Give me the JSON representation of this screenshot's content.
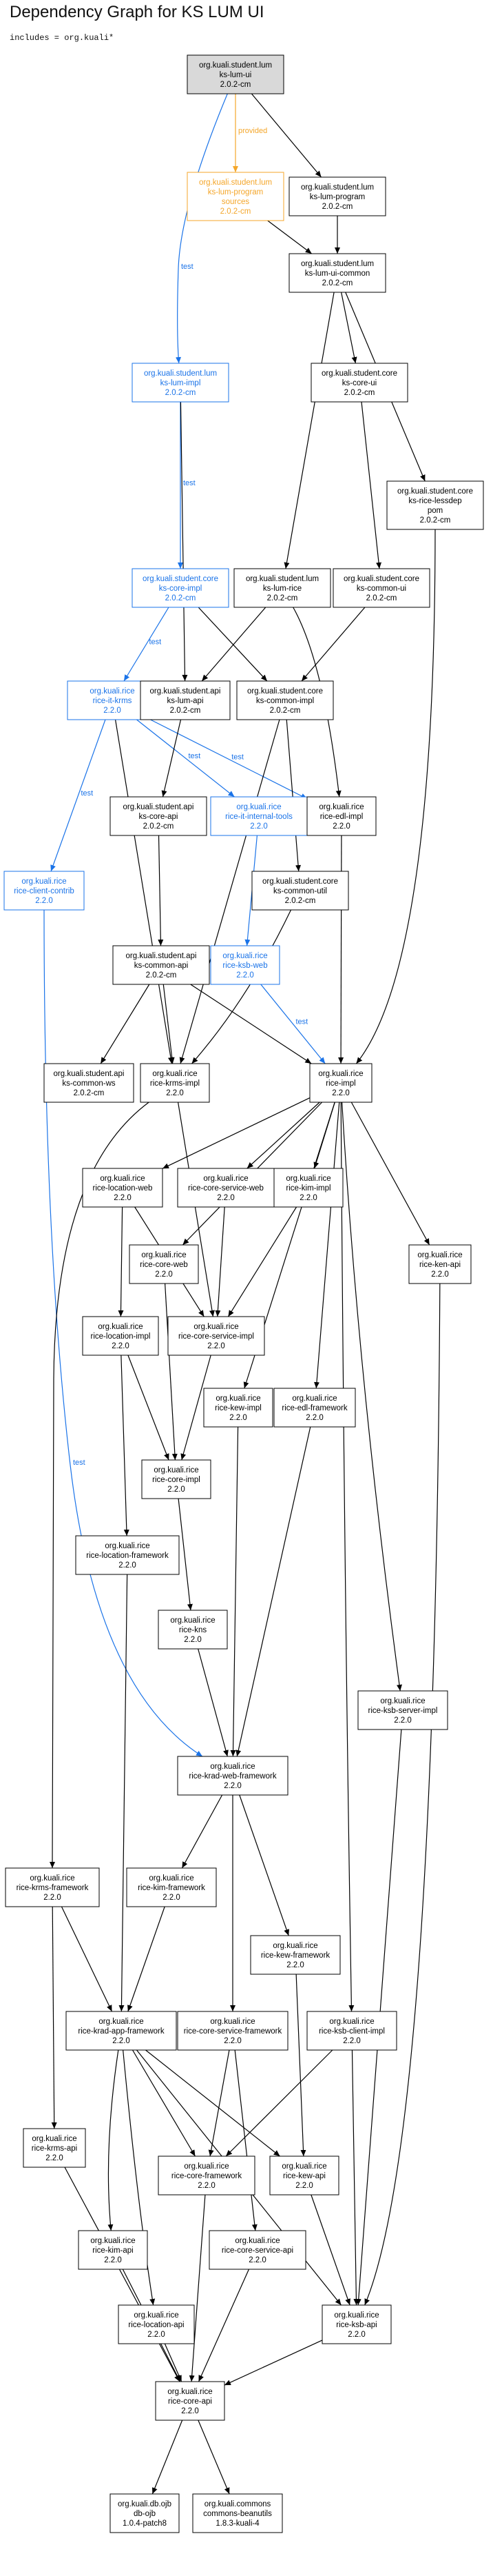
{
  "title": "Dependency Graph for KS LUM UI",
  "includes": "includes = org.kuali*",
  "colors": {
    "compile": "#000000",
    "test": "#1a73e8",
    "provided": "#f4a62a",
    "root_fill": "#d9d9d9"
  },
  "nodes": [
    {
      "id": "lum-ui",
      "lines": [
        "org.kuali.student.lum",
        "ks-lum-ui",
        "2.0.2-cm"
      ],
      "kind": "root"
    },
    {
      "id": "lum-program-sources",
      "lines": [
        "org.kuali.student.lum",
        "ks-lum-program",
        "sources",
        "2.0.2-cm"
      ],
      "kind": "provided"
    },
    {
      "id": "lum-program",
      "lines": [
        "org.kuali.student.lum",
        "ks-lum-program",
        "2.0.2-cm"
      ],
      "kind": "compile"
    },
    {
      "id": "lum-ui-common",
      "lines": [
        "org.kuali.student.lum",
        "ks-lum-ui-common",
        "2.0.2-cm"
      ],
      "kind": "compile"
    },
    {
      "id": "lum-impl",
      "lines": [
        "org.kuali.student.lum",
        "ks-lum-impl",
        "2.0.2-cm"
      ],
      "kind": "test"
    },
    {
      "id": "core-ui",
      "lines": [
        "org.kuali.student.core",
        "ks-core-ui",
        "2.0.2-cm"
      ],
      "kind": "compile"
    },
    {
      "id": "lessdep",
      "lines": [
        "org.kuali.student.core",
        "ks-rice-lessdep",
        "pom",
        "2.0.2-cm"
      ],
      "kind": "compile"
    },
    {
      "id": "core-impl",
      "lines": [
        "org.kuali.student.core",
        "ks-core-impl",
        "2.0.2-cm"
      ],
      "kind": "test"
    },
    {
      "id": "lum-rice",
      "lines": [
        "org.kuali.student.lum",
        "ks-lum-rice",
        "2.0.2-cm"
      ],
      "kind": "compile"
    },
    {
      "id": "common-ui",
      "lines": [
        "org.kuali.student.core",
        "ks-common-ui",
        "2.0.2-cm"
      ],
      "kind": "compile"
    },
    {
      "id": "it-krms",
      "lines": [
        "org.kuali.rice",
        "rice-it-krms",
        "2.2.0"
      ],
      "kind": "test"
    },
    {
      "id": "lum-api",
      "lines": [
        "org.kuali.student.api",
        "ks-lum-api",
        "2.0.2-cm"
      ],
      "kind": "compile"
    },
    {
      "id": "common-impl",
      "lines": [
        "org.kuali.student.core",
        "ks-common-impl",
        "2.0.2-cm"
      ],
      "kind": "compile"
    },
    {
      "id": "core-api",
      "lines": [
        "org.kuali.student.api",
        "ks-core-api",
        "2.0.2-cm"
      ],
      "kind": "compile"
    },
    {
      "id": "it-internal-tools",
      "lines": [
        "org.kuali.rice",
        "rice-it-internal-tools",
        "2.2.0"
      ],
      "kind": "test"
    },
    {
      "id": "edl-impl",
      "lines": [
        "org.kuali.rice",
        "rice-edl-impl",
        "2.2.0"
      ],
      "kind": "compile"
    },
    {
      "id": "client-contrib",
      "lines": [
        "org.kuali.rice",
        "rice-client-contrib",
        "2.2.0"
      ],
      "kind": "test"
    },
    {
      "id": "common-util",
      "lines": [
        "org.kuali.student.core",
        "ks-common-util",
        "2.0.2-cm"
      ],
      "kind": "compile"
    },
    {
      "id": "common-api",
      "lines": [
        "org.kuali.student.api",
        "ks-common-api",
        "2.0.2-cm"
      ],
      "kind": "compile"
    },
    {
      "id": "ksb-web",
      "lines": [
        "org.kuali.rice",
        "rice-ksb-web",
        "2.2.0"
      ],
      "kind": "test"
    },
    {
      "id": "common-ws",
      "lines": [
        "org.kuali.student.api",
        "ks-common-ws",
        "2.0.2-cm"
      ],
      "kind": "compile"
    },
    {
      "id": "krms-impl",
      "lines": [
        "org.kuali.rice",
        "rice-krms-impl",
        "2.2.0"
      ],
      "kind": "compile"
    },
    {
      "id": "rice-impl",
      "lines": [
        "org.kuali.rice",
        "rice-impl",
        "2.2.0"
      ],
      "kind": "compile"
    },
    {
      "id": "location-web",
      "lines": [
        "org.kuali.rice",
        "rice-location-web",
        "2.2.0"
      ],
      "kind": "compile"
    },
    {
      "id": "core-service-web",
      "lines": [
        "org.kuali.rice",
        "rice-core-service-web",
        "2.2.0"
      ],
      "kind": "compile"
    },
    {
      "id": "kim-impl",
      "lines": [
        "org.kuali.rice",
        "rice-kim-impl",
        "2.2.0"
      ],
      "kind": "compile"
    },
    {
      "id": "ken-api",
      "lines": [
        "org.kuali.rice",
        "rice-ken-api",
        "2.2.0"
      ],
      "kind": "compile"
    },
    {
      "id": "core-web",
      "lines": [
        "org.kuali.rice",
        "rice-core-web",
        "2.2.0"
      ],
      "kind": "compile"
    },
    {
      "id": "location-impl",
      "lines": [
        "org.kuali.rice",
        "rice-location-impl",
        "2.2.0"
      ],
      "kind": "compile"
    },
    {
      "id": "core-service-impl",
      "lines": [
        "org.kuali.rice",
        "rice-core-service-impl",
        "2.2.0"
      ],
      "kind": "compile"
    },
    {
      "id": "kew-impl",
      "lines": [
        "org.kuali.rice",
        "rice-kew-impl",
        "2.2.0"
      ],
      "kind": "compile"
    },
    {
      "id": "edl-framework",
      "lines": [
        "org.kuali.rice",
        "rice-edl-framework",
        "2.2.0"
      ],
      "kind": "compile"
    },
    {
      "id": "core-impl-rice",
      "lines": [
        "org.kuali.rice",
        "rice-core-impl",
        "2.2.0"
      ],
      "kind": "compile"
    },
    {
      "id": "location-framework",
      "lines": [
        "org.kuali.rice",
        "rice-location-framework",
        "2.2.0"
      ],
      "kind": "compile"
    },
    {
      "id": "kns",
      "lines": [
        "org.kuali.rice",
        "rice-kns",
        "2.2.0"
      ],
      "kind": "compile"
    },
    {
      "id": "ksb-server-impl",
      "lines": [
        "org.kuali.rice",
        "rice-ksb-server-impl",
        "2.2.0"
      ],
      "kind": "compile"
    },
    {
      "id": "krad-web-framework",
      "lines": [
        "org.kuali.rice",
        "rice-krad-web-framework",
        "2.2.0"
      ],
      "kind": "compile"
    },
    {
      "id": "krms-framework",
      "lines": [
        "org.kuali.rice",
        "rice-krms-framework",
        "2.2.0"
      ],
      "kind": "compile"
    },
    {
      "id": "kim-framework",
      "lines": [
        "org.kuali.rice",
        "rice-kim-framework",
        "2.2.0"
      ],
      "kind": "compile"
    },
    {
      "id": "kew-framework",
      "lines": [
        "org.kuali.rice",
        "rice-kew-framework",
        "2.2.0"
      ],
      "kind": "compile"
    },
    {
      "id": "krad-app-framework",
      "lines": [
        "org.kuali.rice",
        "rice-krad-app-framework",
        "2.2.0"
      ],
      "kind": "compile"
    },
    {
      "id": "core-service-framework",
      "lines": [
        "org.kuali.rice",
        "rice-core-service-framework",
        "2.2.0"
      ],
      "kind": "compile"
    },
    {
      "id": "ksb-client-impl",
      "lines": [
        "org.kuali.rice",
        "rice-ksb-client-impl",
        "2.2.0"
      ],
      "kind": "compile"
    },
    {
      "id": "krms-api",
      "lines": [
        "org.kuali.rice",
        "rice-krms-api",
        "2.2.0"
      ],
      "kind": "compile"
    },
    {
      "id": "core-framework",
      "lines": [
        "org.kuali.rice",
        "rice-core-framework",
        "2.2.0"
      ],
      "kind": "compile"
    },
    {
      "id": "kew-api",
      "lines": [
        "org.kuali.rice",
        "rice-kew-api",
        "2.2.0"
      ],
      "kind": "compile"
    },
    {
      "id": "kim-api",
      "lines": [
        "org.kuali.rice",
        "rice-kim-api",
        "2.2.0"
      ],
      "kind": "compile"
    },
    {
      "id": "core-service-api",
      "lines": [
        "org.kuali.rice",
        "rice-core-service-api",
        "2.2.0"
      ],
      "kind": "compile"
    },
    {
      "id": "location-api",
      "lines": [
        "org.kuali.rice",
        "rice-location-api",
        "2.2.0"
      ],
      "kind": "compile"
    },
    {
      "id": "ksb-api",
      "lines": [
        "org.kuali.rice",
        "rice-ksb-api",
        "2.2.0"
      ],
      "kind": "compile"
    },
    {
      "id": "core-api-rice",
      "lines": [
        "org.kuali.rice",
        "rice-core-api",
        "2.2.0"
      ],
      "kind": "compile"
    },
    {
      "id": "db-ojb",
      "lines": [
        "org.kuali.db.ojb",
        "db-ojb",
        "1.0.4-patch8"
      ],
      "kind": "compile"
    },
    {
      "id": "commons-beanutils",
      "lines": [
        "org.kuali.commons",
        "commons-beanutils",
        "1.8.3-kuali-4"
      ],
      "kind": "compile"
    }
  ],
  "edges": [
    {
      "from": "lum-ui",
      "to": "lum-program-sources",
      "kind": "provided",
      "label": "provided"
    },
    {
      "from": "lum-ui",
      "to": "lum-program",
      "kind": "compile"
    },
    {
      "from": "lum-ui",
      "to": "lum-impl",
      "kind": "test",
      "label": "test"
    },
    {
      "from": "lum-program-sources",
      "to": "lum-ui-common",
      "kind": "compile"
    },
    {
      "from": "lum-program",
      "to": "lum-ui-common",
      "kind": "compile"
    },
    {
      "from": "lum-ui-common",
      "to": "core-ui",
      "kind": "compile"
    },
    {
      "from": "lum-ui-common",
      "to": "lessdep",
      "kind": "compile"
    },
    {
      "from": "lum-ui-common",
      "to": "lum-rice",
      "kind": "compile"
    },
    {
      "from": "lum-impl",
      "to": "core-impl",
      "kind": "test",
      "label": "test"
    },
    {
      "from": "lum-impl",
      "to": "lum-api",
      "kind": "compile"
    },
    {
      "from": "core-ui",
      "to": "common-ui",
      "kind": "compile"
    },
    {
      "from": "lessdep",
      "to": "rice-impl",
      "kind": "compile"
    },
    {
      "from": "core-impl",
      "to": "it-krms",
      "kind": "test",
      "label": "test"
    },
    {
      "from": "core-impl",
      "to": "common-impl",
      "kind": "compile"
    },
    {
      "from": "lum-rice",
      "to": "lum-api",
      "kind": "compile"
    },
    {
      "from": "lum-rice",
      "to": "edl-impl",
      "kind": "compile"
    },
    {
      "from": "common-ui",
      "to": "common-impl",
      "kind": "compile"
    },
    {
      "from": "it-krms",
      "to": "client-contrib",
      "kind": "test",
      "label": "test"
    },
    {
      "from": "it-krms",
      "to": "it-internal-tools",
      "kind": "test",
      "label": "test"
    },
    {
      "from": "it-krms",
      "to": "edl-impl",
      "kind": "test",
      "label": "test"
    },
    {
      "from": "it-krms",
      "to": "krms-impl",
      "kind": "compile"
    },
    {
      "from": "lum-api",
      "to": "core-api",
      "kind": "compile"
    },
    {
      "from": "common-impl",
      "to": "common-util",
      "kind": "compile"
    },
    {
      "from": "common-impl",
      "to": "krms-impl",
      "kind": "compile"
    },
    {
      "from": "core-api",
      "to": "common-api",
      "kind": "compile"
    },
    {
      "from": "it-internal-tools",
      "to": "ksb-web",
      "kind": "test",
      "label": "test"
    },
    {
      "from": "edl-impl",
      "to": "rice-impl",
      "kind": "compile"
    },
    {
      "from": "client-contrib",
      "to": "krad-web-framework",
      "kind": "test",
      "label": "test"
    },
    {
      "from": "common-util",
      "to": "krms-impl",
      "kind": "compile"
    },
    {
      "from": "common-api",
      "to": "common-ws",
      "kind": "compile"
    },
    {
      "from": "common-api",
      "to": "krms-impl",
      "kind": "compile"
    },
    {
      "from": "common-api",
      "to": "rice-impl",
      "kind": "compile"
    },
    {
      "from": "ksb-web",
      "to": "rice-impl",
      "kind": "test",
      "label": "test"
    },
    {
      "from": "krms-impl",
      "to": "krms-framework",
      "kind": "compile"
    },
    {
      "from": "krms-impl",
      "to": "core-service-impl",
      "kind": "compile"
    },
    {
      "from": "rice-impl",
      "to": "location-web",
      "kind": "compile"
    },
    {
      "from": "rice-impl",
      "to": "core-service-web",
      "kind": "compile"
    },
    {
      "from": "rice-impl",
      "to": "kim-impl",
      "kind": "compile"
    },
    {
      "from": "rice-impl",
      "to": "ken-api",
      "kind": "compile"
    },
    {
      "from": "rice-impl",
      "to": "core-web",
      "kind": "compile"
    },
    {
      "from": "rice-impl",
      "to": "kew-impl",
      "kind": "compile"
    },
    {
      "from": "rice-impl",
      "to": "edl-framework",
      "kind": "compile"
    },
    {
      "from": "rice-impl",
      "to": "ksb-server-impl",
      "kind": "compile"
    },
    {
      "from": "rice-impl",
      "to": "ksb-client-impl",
      "kind": "compile"
    },
    {
      "from": "location-web",
      "to": "location-impl",
      "kind": "compile"
    },
    {
      "from": "location-web",
      "to": "core-service-impl",
      "kind": "compile"
    },
    {
      "from": "core-service-web",
      "to": "core-service-impl",
      "kind": "compile"
    },
    {
      "from": "kim-impl",
      "to": "core-service-impl",
      "kind": "compile"
    },
    {
      "from": "ken-api",
      "to": "ksb-api",
      "kind": "compile"
    },
    {
      "from": "core-web",
      "to": "core-impl-rice",
      "kind": "compile"
    },
    {
      "from": "location-impl",
      "to": "core-impl-rice",
      "kind": "compile"
    },
    {
      "from": "location-impl",
      "to": "location-framework",
      "kind": "compile"
    },
    {
      "from": "core-service-impl",
      "to": "core-impl-rice",
      "kind": "compile"
    },
    {
      "from": "kew-impl",
      "to": "krad-web-framework",
      "kind": "compile"
    },
    {
      "from": "edl-framework",
      "to": "krad-web-framework",
      "kind": "compile"
    },
    {
      "from": "core-impl-rice",
      "to": "kns",
      "kind": "compile"
    },
    {
      "from": "location-framework",
      "to": "krad-app-framework",
      "kind": "compile"
    },
    {
      "from": "kns",
      "to": "krad-web-framework",
      "kind": "compile"
    },
    {
      "from": "ksb-server-impl",
      "to": "ksb-api",
      "kind": "compile"
    },
    {
      "from": "krad-web-framework",
      "to": "kim-framework",
      "kind": "compile"
    },
    {
      "from": "krad-web-framework",
      "to": "kew-framework",
      "kind": "compile"
    },
    {
      "from": "krad-web-framework",
      "to": "core-service-framework",
      "kind": "compile"
    },
    {
      "from": "krms-framework",
      "to": "krad-app-framework",
      "kind": "compile"
    },
    {
      "from": "krms-framework",
      "to": "krms-api",
      "kind": "compile"
    },
    {
      "from": "kim-framework",
      "to": "krad-app-framework",
      "kind": "compile"
    },
    {
      "from": "kew-framework",
      "to": "kew-api",
      "kind": "compile"
    },
    {
      "from": "krad-app-framework",
      "to": "core-framework",
      "kind": "compile"
    },
    {
      "from": "krad-app-framework",
      "to": "kew-api",
      "kind": "compile"
    },
    {
      "from": "krad-app-framework",
      "to": "kim-api",
      "kind": "compile"
    },
    {
      "from": "krad-app-framework",
      "to": "location-api",
      "kind": "compile"
    },
    {
      "from": "krad-app-framework",
      "to": "ksb-api",
      "kind": "compile"
    },
    {
      "from": "core-service-framework",
      "to": "core-framework",
      "kind": "compile"
    },
    {
      "from": "core-service-framework",
      "to": "core-service-api",
      "kind": "compile"
    },
    {
      "from": "ksb-client-impl",
      "to": "core-framework",
      "kind": "compile"
    },
    {
      "from": "ksb-client-impl",
      "to": "ksb-api",
      "kind": "compile"
    },
    {
      "from": "krms-api",
      "to": "core-api-rice",
      "kind": "compile"
    },
    {
      "from": "core-framework",
      "to": "core-api-rice",
      "kind": "compile"
    },
    {
      "from": "kew-api",
      "to": "ksb-api",
      "kind": "compile"
    },
    {
      "from": "kim-api",
      "to": "core-api-rice",
      "kind": "compile"
    },
    {
      "from": "core-service-api",
      "to": "core-api-rice",
      "kind": "compile"
    },
    {
      "from": "location-api",
      "to": "core-api-rice",
      "kind": "compile"
    },
    {
      "from": "ksb-api",
      "to": "core-api-rice",
      "kind": "compile"
    },
    {
      "from": "core-api-rice",
      "to": "db-ojb",
      "kind": "compile"
    },
    {
      "from": "core-api-rice",
      "to": "commons-beanutils",
      "kind": "compile"
    }
  ]
}
